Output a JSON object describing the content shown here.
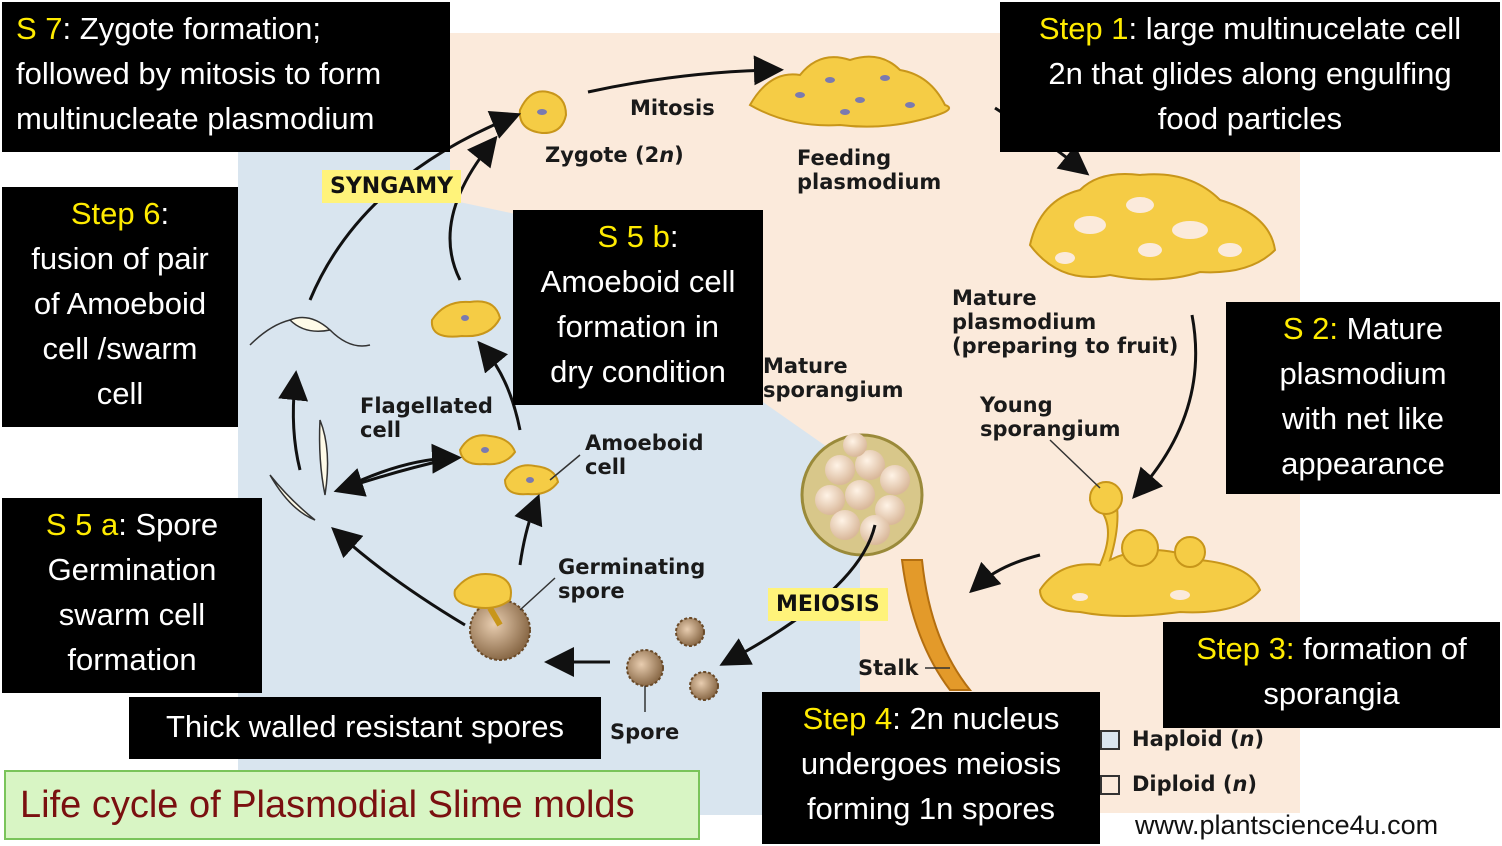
{
  "title": "Life cycle of Plasmodial Slime molds",
  "website": "www.plantscience4u.com",
  "stage_labels": {
    "mitosis": "Mitosis",
    "zygote_pre": "Zygote (2",
    "zygote_n": "n",
    "zygote_post": ")",
    "feeding_line1": "Feeding",
    "feeding_line2": "plasmodium",
    "mature_plas_line1": "Mature",
    "mature_plas_line2": "plasmodium",
    "mature_plas_line3": "(preparing to fruit)",
    "young_spor_line1": "Young",
    "young_spor_line2": "sporangium",
    "mature_spor_line1": "Mature",
    "mature_spor_line2": "sporangium",
    "stalk": "Stalk",
    "meiosis": "MEIOSIS",
    "syngamy": "SYNGAMY",
    "spore": "Spore",
    "germ_line1": "Germinating",
    "germ_line2": "spore",
    "amoeboid_line1": "Amoeboid",
    "amoeboid_line2": "cell",
    "flag_line1": "Flagellated",
    "flag_line2": "cell"
  },
  "legend": {
    "haploid": "Haploid (",
    "diploid": "Diploid (",
    "n": "n",
    "close": ")"
  },
  "boxes": {
    "s7_key": "S 7",
    "s7_l1": ": Zygote formation;",
    "s7_l2": "followed by mitosis to form",
    "s7_l3": "multinucleate plasmodium",
    "step1_key": "Step 1",
    "step1_l1": ": large multinucelate cell",
    "step1_l2": "2n that glides along engulfing",
    "step1_l3": "food particles",
    "step6_key": "Step 6",
    "step6_l1": ":",
    "step6_l2": "fusion of pair",
    "step6_l3": "of Amoeboid",
    "step6_l4": "cell /swarm",
    "step6_l5": "cell",
    "s5b_key": "S  5 b",
    "s5b_l1": ":",
    "s5b_l2": "Amoeboid cell",
    "s5b_l3": "formation in",
    "s5b_l4": "dry condition",
    "s2_key": "S 2:",
    "s2_l1": " Mature",
    "s2_l2": "plasmodium",
    "s2_l3": "with net like",
    "s2_l4": "appearance",
    "s5a_key": "S 5 a",
    "s5a_l1": ": Spore",
    "s5a_l2": "Germination",
    "s5a_l3": "swarm cell",
    "s5a_l4": "formation",
    "step3_key": "Step 3:",
    "step3_l1": " formation of",
    "step3_l2": "sporangia",
    "step4_key": "Step 4",
    "step4_l1": ": 2n nucleus",
    "step4_l2": "undergoes meiosis",
    "step4_l3": "forming 1n spores",
    "thick_spores": "Thick walled resistant spores"
  },
  "colors": {
    "diploid_bg": "#fbeadb",
    "haploid_bg": "#d9e5ef",
    "plasmodium": "#f5cc45",
    "highlight": "#fff37a",
    "box_key": "#ffeb00",
    "title_bg": "#d8f5c4",
    "title_text": "#7a1010"
  }
}
